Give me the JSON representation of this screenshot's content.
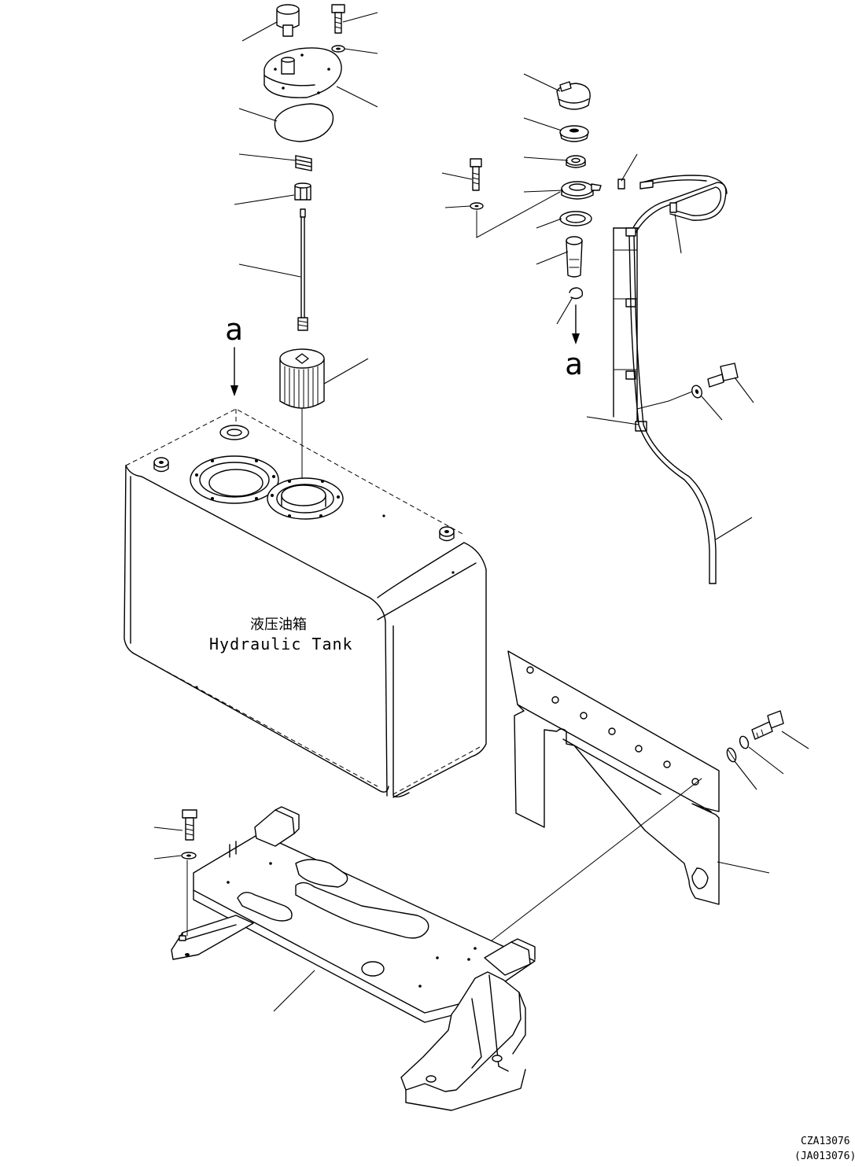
{
  "drawing": {
    "tank_label_cn": "液压油箱",
    "tank_label_en": "Hydraulic Tank",
    "view_marker_left": "a",
    "view_marker_right": "a",
    "drawing_code": "CZA13076",
    "drawing_code_alt": "(JA013076)"
  },
  "colors": {
    "line": "#000000",
    "background": "#ffffff"
  }
}
